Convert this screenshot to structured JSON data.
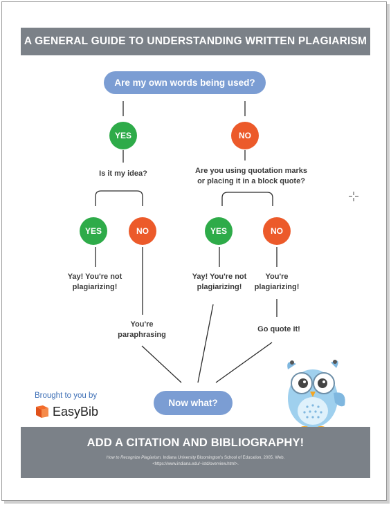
{
  "title": "A GENERAL GUIDE TO UNDERSTANDING WRITTEN PLAGIARISM",
  "nodes": {
    "q1": "Are my own words being used?",
    "yes1": "YES",
    "no1": "NO",
    "q_idea": "Is it my idea?",
    "q_quote_line1": "Are you using quotation marks",
    "q_quote_line2": "or placing it in a block quote?",
    "yes2": "YES",
    "no2": "NO",
    "yes3": "YES",
    "no3": "NO",
    "yay1_line1": "Yay! You're not",
    "yay1_line2": "plagiarizing!",
    "yay2_line1": "Yay! You're not",
    "yay2_line2": "plagiarizing!",
    "you_plag_line1": "You're",
    "you_plag_line2": "plagiarizing!",
    "para_line1": "You're",
    "para_line2": "paraphrasing",
    "quote_it": "Go quote it!",
    "now_what": "Now what?"
  },
  "brand": {
    "by": "Brought to you by",
    "name": "EasyBib"
  },
  "footer": {
    "headline": "ADD A CITATION AND BIBLIOGRAPHY!",
    "cite_title": "How to Recognize Plagiarism.",
    "cite_rest": " Indiana University Bloomington's School of Education, 2005. Web.",
    "cite_url": "<https://www.indiana.edu/~istd/overview.html>."
  },
  "colors": {
    "banner": "#7b8188",
    "pill": "#7b9dd3",
    "yes": "#2eab49",
    "no": "#ec5a2a",
    "owl_body": "#9fd0ee"
  }
}
